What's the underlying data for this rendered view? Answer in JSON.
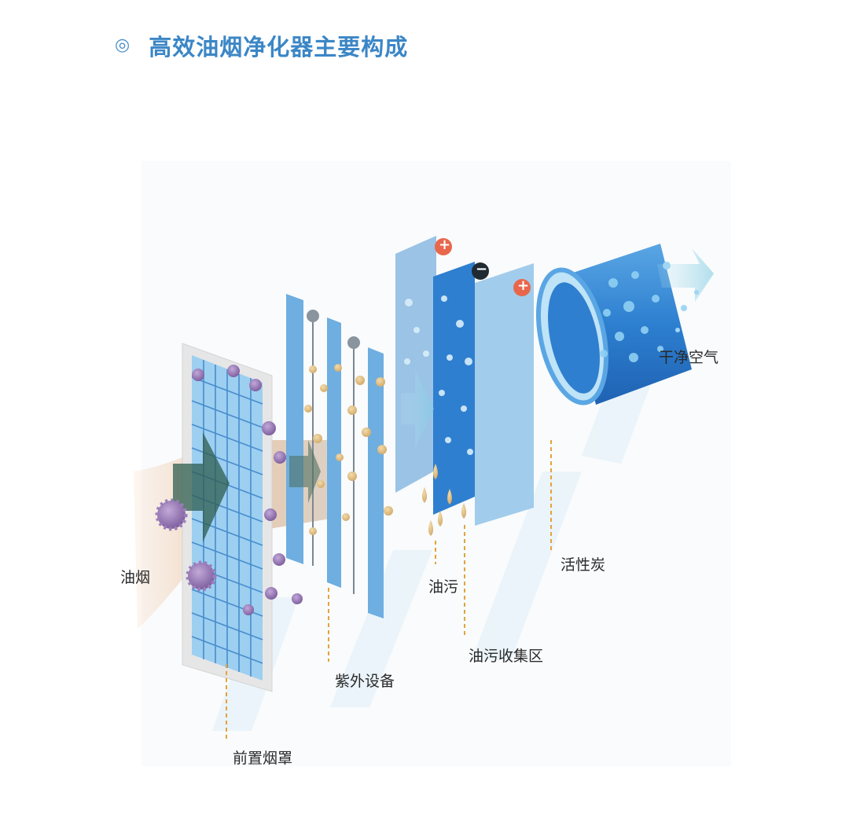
{
  "header": {
    "bullet": "◎",
    "title": "高效油烟净化器主要构成"
  },
  "labels": {
    "oil_smoke": "油烟",
    "front_hood": "前置烟罩",
    "uv_device": "紫外设备",
    "oil_dirt": "油污",
    "oil_collection": "油污收集区",
    "activated_carbon": "活性炭",
    "clean_air": "干净空气"
  },
  "plate_charges": {
    "plate1": "+",
    "plate2": "−",
    "plate3": "+"
  },
  "colors": {
    "title": "#3b86c6",
    "panel_light": "#8fc0e6",
    "panel_dark": "#2f7fc9",
    "smoke": "#8e6fae",
    "droplet": "#e3c58f",
    "leader_line": "#e6a23c"
  }
}
